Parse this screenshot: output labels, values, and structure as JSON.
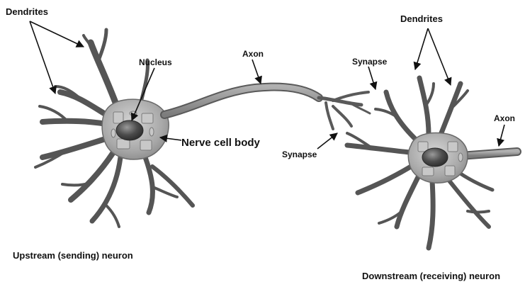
{
  "labels": {
    "dendrites_left": "Dendrites",
    "dendrites_right": "Dendrites",
    "nucleus": "Nucleus",
    "axon_top": "Axon",
    "axon_right": "Axon",
    "synapse_top": "Synapse",
    "synapse_bottom": "Synapse",
    "nerve_cell_body": "Nerve cell body",
    "upstream_neuron": "Upstream (sending) neuron",
    "downstream_neuron": "Downstream (receiving) neuron"
  },
  "colors": {
    "neuron_fill": "#8f8f8f",
    "neuron_edge": "#3a3a3a",
    "soma_fill": "#bdbdbd",
    "nucleus_fill": "#4a4a4a",
    "label_text": "#111111"
  }
}
